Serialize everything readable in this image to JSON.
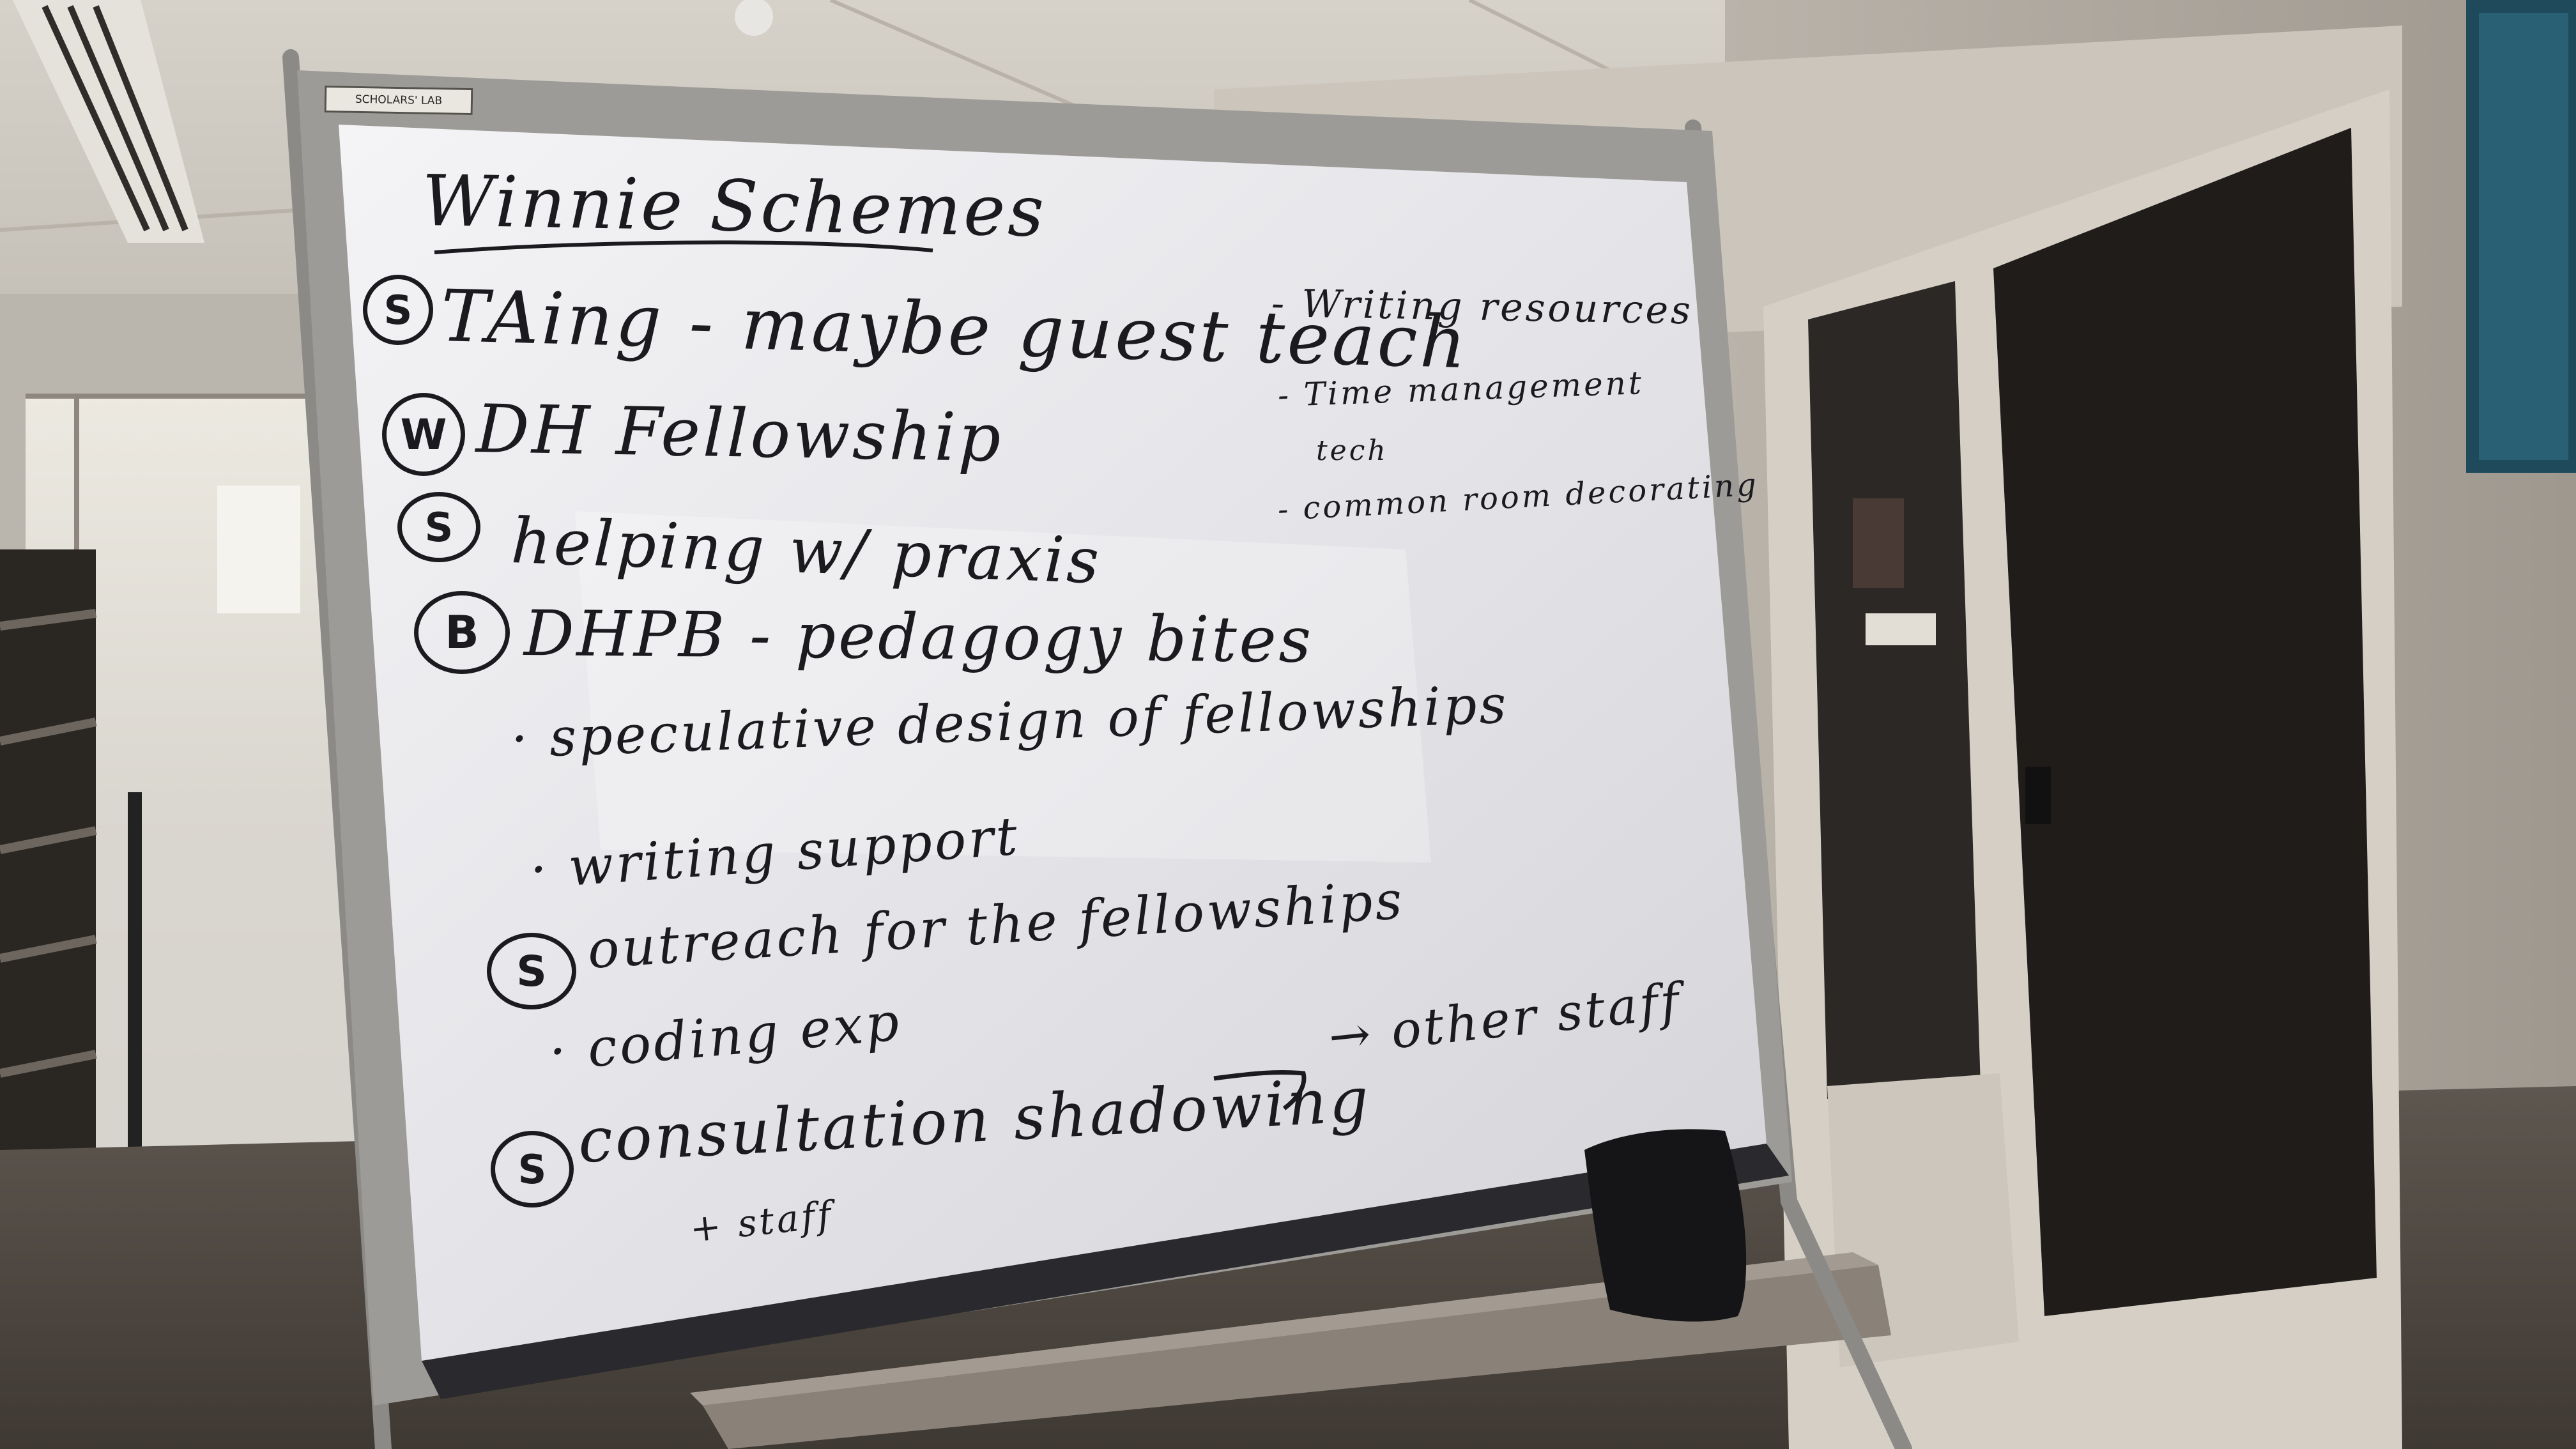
{
  "frame_label": "SCHOLARS' LAB",
  "board": {
    "title": "Winnie Schemes",
    "left_items": [
      {
        "marker": "S",
        "text": "TAing - maybe guest teach"
      },
      {
        "marker": "W",
        "text": "DH Fellowship"
      },
      {
        "marker": "S",
        "text": "helping w/ praxis"
      },
      {
        "marker": "B",
        "text": "DHPB - pedagogy bites"
      },
      {
        "marker": "",
        "text": "· speculative design of fellowships"
      },
      {
        "marker": "",
        "text": "· writing support"
      },
      {
        "marker": "S",
        "text": "outreach for the fellowships"
      },
      {
        "marker": "",
        "text": "· coding exp"
      },
      {
        "marker": "S",
        "text": "consultation shadowing"
      }
    ],
    "arrow_target": "→ other staff",
    "sub_note": "+ staff",
    "right_items": [
      "- Writing resources",
      "- Time management",
      "tech",
      "- common room decorating"
    ]
  }
}
